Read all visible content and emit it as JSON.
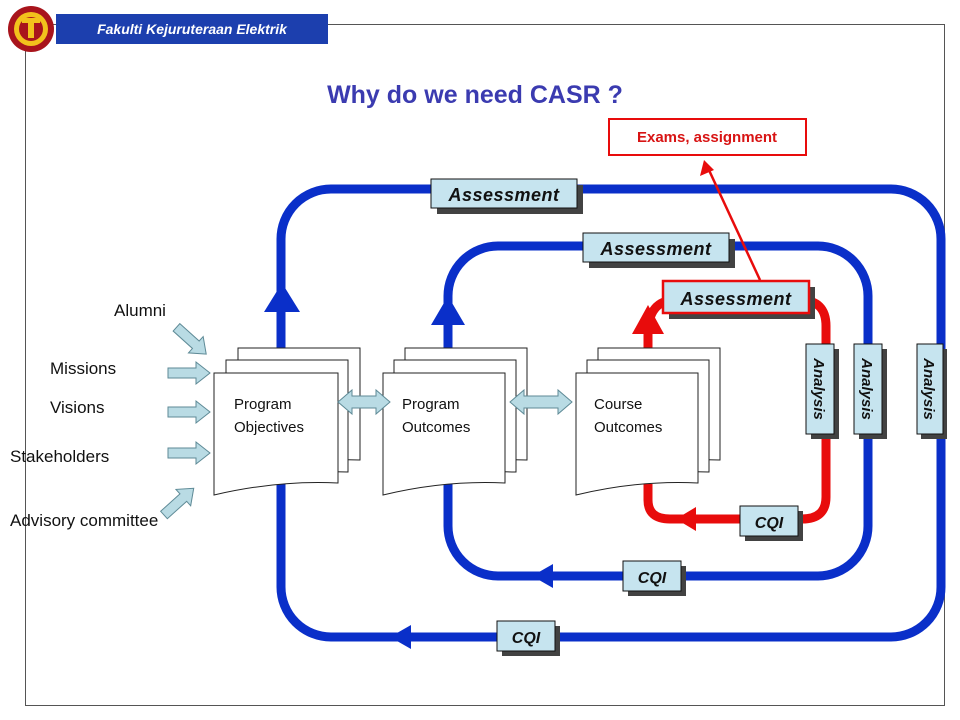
{
  "header": {
    "faculty": "Fakulti Kejuruteraan Elektrik"
  },
  "title": "Why do we need CASR ?",
  "exam_box": "Exams, assignment",
  "loops": {
    "outer": {
      "assessment": "Assessment",
      "analysis": "Analysis",
      "cqi": "CQI"
    },
    "middle": {
      "assessment": "Assessment",
      "analysis": "Analysis",
      "cqi": "CQI"
    },
    "inner": {
      "assessment": "Assessment",
      "analysis": "Analysis",
      "cqi": "CQI"
    }
  },
  "inputs": [
    "Alumni",
    "Missions",
    "Visions",
    "Stakeholders",
    "Advisory committee"
  ],
  "documents": {
    "program_objectives": [
      "Program",
      "Objectives"
    ],
    "program_outcomes": [
      "Program",
      "Outcomes"
    ],
    "course_outcomes": [
      "Course",
      "Outcomes"
    ]
  },
  "colors": {
    "loop_blue": "#0a2fc9",
    "inner_red": "#e80c0c",
    "box_fill": "#c6e4ef",
    "connector_fill": "#b9dbe4",
    "header_blue": "#1c3fae",
    "title_color": "#3b3bb0"
  },
  "icons": {
    "logo": "university-crest-icon"
  }
}
